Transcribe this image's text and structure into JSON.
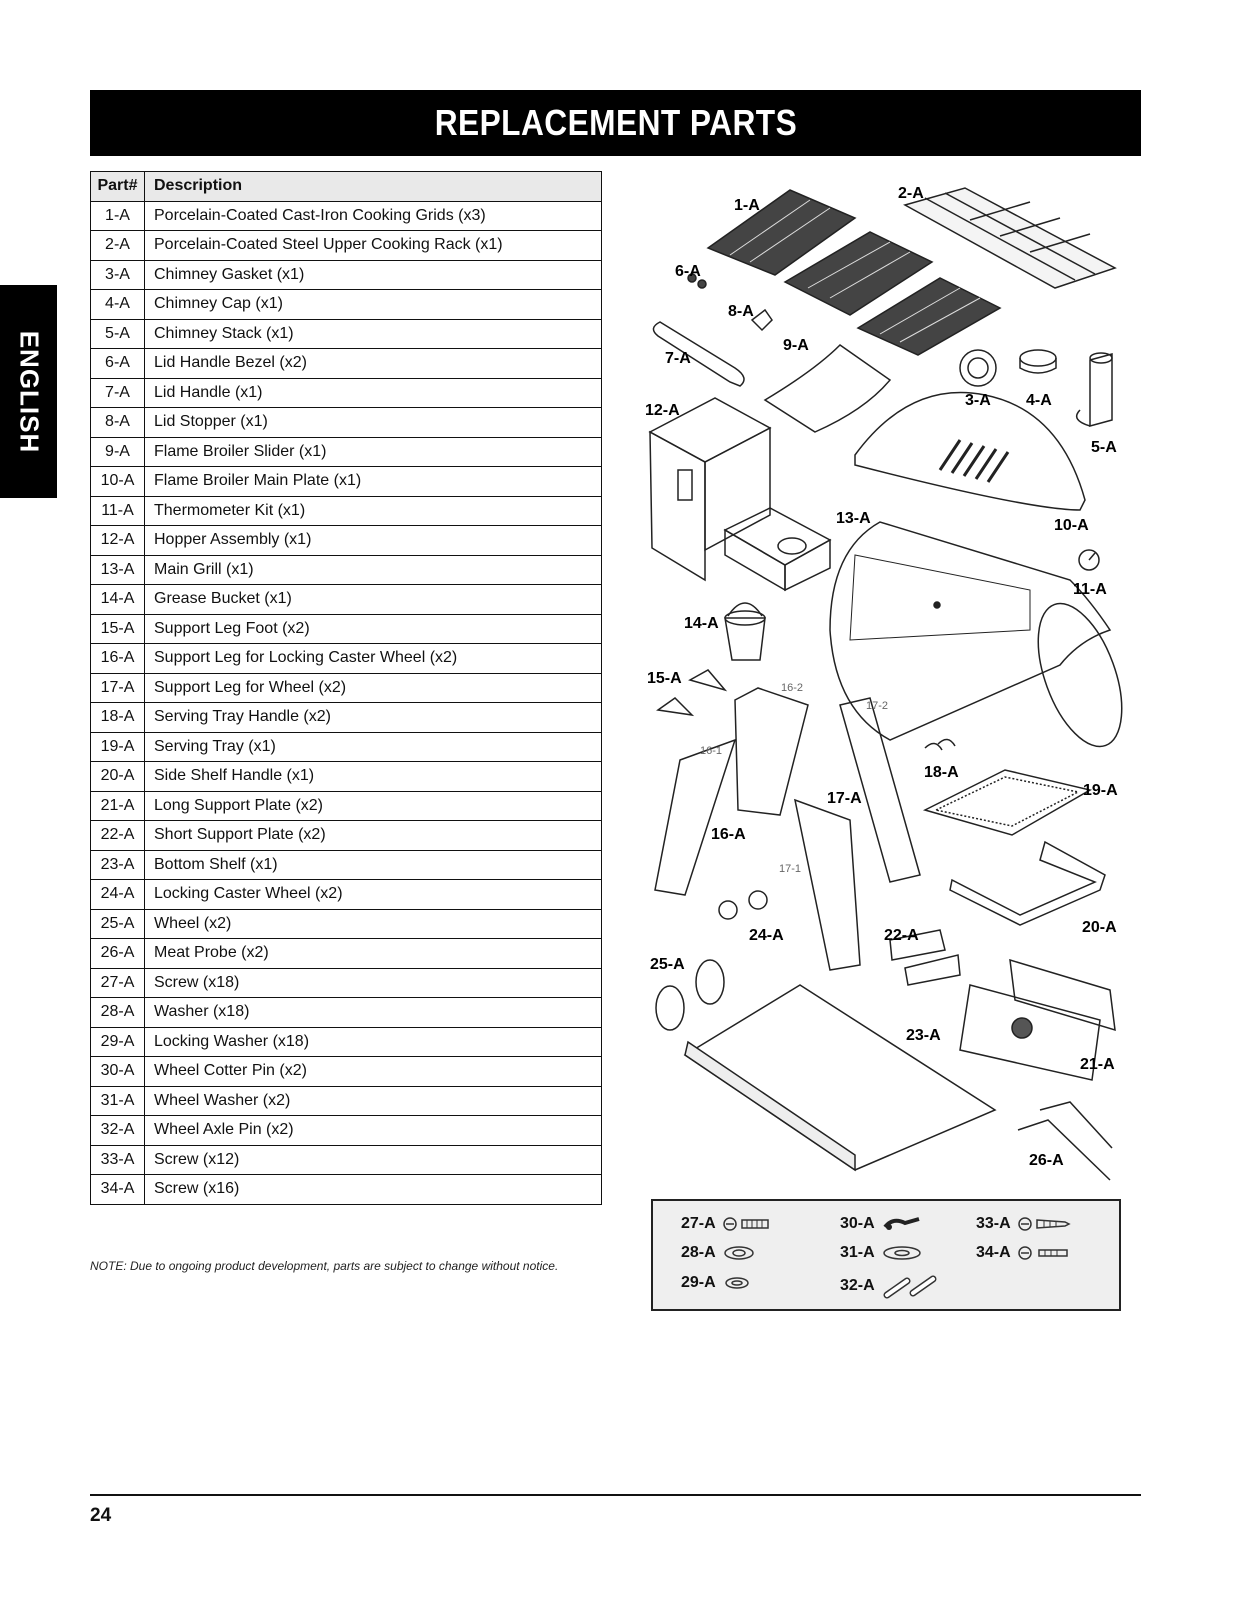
{
  "header": {
    "title": "REPLACEMENT PARTS"
  },
  "side_tab": {
    "label": "ENGLISH"
  },
  "table": {
    "col_part": "Part#",
    "col_desc": "Description",
    "rows": [
      {
        "part": "1-A",
        "desc": "Porcelain-Coated Cast-Iron Cooking Grids (x3)"
      },
      {
        "part": "2-A",
        "desc": "Porcelain-Coated Steel Upper Cooking Rack (x1)"
      },
      {
        "part": "3-A",
        "desc": "Chimney Gasket (x1)"
      },
      {
        "part": "4-A",
        "desc": "Chimney Cap (x1)"
      },
      {
        "part": "5-A",
        "desc": "Chimney Stack (x1)"
      },
      {
        "part": "6-A",
        "desc": "Lid Handle Bezel (x2)"
      },
      {
        "part": "7-A",
        "desc": "Lid Handle (x1)"
      },
      {
        "part": "8-A",
        "desc": "Lid Stopper (x1)"
      },
      {
        "part": "9-A",
        "desc": "Flame Broiler Slider (x1)"
      },
      {
        "part": "10-A",
        "desc": "Flame Broiler Main Plate (x1)"
      },
      {
        "part": "11-A",
        "desc": "Thermometer Kit (x1)"
      },
      {
        "part": "12-A",
        "desc": "Hopper Assembly (x1)"
      },
      {
        "part": "13-A",
        "desc": "Main Grill (x1)"
      },
      {
        "part": "14-A",
        "desc": "Grease Bucket (x1)"
      },
      {
        "part": "15-A",
        "desc": "Support Leg Foot (x2)"
      },
      {
        "part": "16-A",
        "desc": "Support Leg for Locking Caster Wheel (x2)"
      },
      {
        "part": "17-A",
        "desc": "Support Leg for Wheel (x2)"
      },
      {
        "part": "18-A",
        "desc": "Serving Tray Handle (x2)"
      },
      {
        "part": "19-A",
        "desc": "Serving Tray (x1)"
      },
      {
        "part": "20-A",
        "desc": "Side Shelf Handle (x1)"
      },
      {
        "part": "21-A",
        "desc": "Long Support Plate (x2)"
      },
      {
        "part": "22-A",
        "desc": "Short Support Plate (x2)"
      },
      {
        "part": "23-A",
        "desc": "Bottom Shelf (x1)"
      },
      {
        "part": "24-A",
        "desc": "Locking Caster Wheel (x2)"
      },
      {
        "part": "25-A",
        "desc": "Wheel (x2)"
      },
      {
        "part": "26-A",
        "desc": "Meat Probe (x2)"
      },
      {
        "part": "27-A",
        "desc": "Screw (x18)"
      },
      {
        "part": "28-A",
        "desc": "Washer (x18)"
      },
      {
        "part": "29-A",
        "desc": "Locking Washer (x18)"
      },
      {
        "part": "30-A",
        "desc": "Wheel Cotter Pin (x2)"
      },
      {
        "part": "31-A",
        "desc": "Wheel Washer (x2)"
      },
      {
        "part": "32-A",
        "desc": "Wheel Axle Pin (x2)"
      },
      {
        "part": "33-A",
        "desc": "Screw (x12)"
      },
      {
        "part": "34-A",
        "desc": "Screw (x16)"
      }
    ]
  },
  "note": "NOTE: Due to ongoing product development, parts are subject to change without notice.",
  "diagram": {
    "labels": [
      "1-A",
      "2-A",
      "3-A",
      "4-A",
      "5-A",
      "6-A",
      "7-A",
      "8-A",
      "9-A",
      "10-A",
      "11-A",
      "12-A",
      "13-A",
      "14-A",
      "15-A",
      "16-A",
      "17-A",
      "18-A",
      "19-A",
      "20-A",
      "21-A",
      "22-A",
      "23-A",
      "24-A",
      "25-A",
      "26-A"
    ],
    "sub_labels": [
      "16-1",
      "16-2",
      "17-1",
      "17-2"
    ]
  },
  "hardware": [
    "27-A",
    "28-A",
    "29-A",
    "30-A",
    "31-A",
    "32-A",
    "33-A",
    "34-A"
  ],
  "page_number": "24"
}
